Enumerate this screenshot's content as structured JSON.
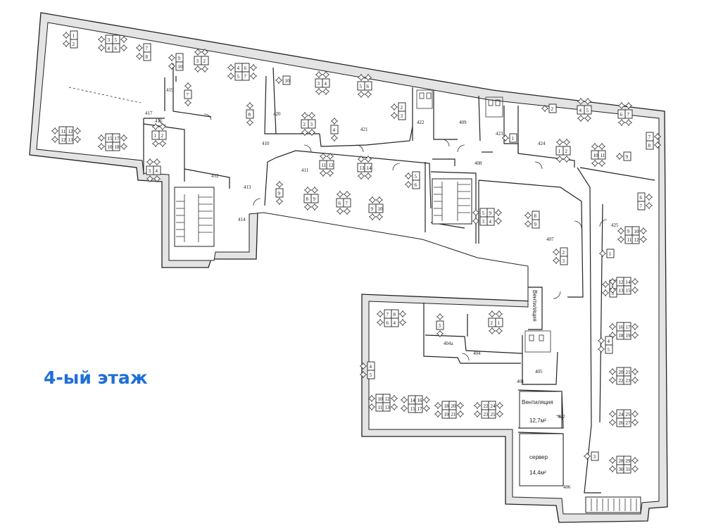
{
  "floor_title": "4-ый этаж",
  "rooms": [
    "417",
    "416",
    "419",
    "420",
    "421",
    "422",
    "423",
    "424",
    "409",
    "410",
    "411",
    "412",
    "413",
    "414",
    "408",
    "407",
    "425",
    "404",
    "404a",
    "405",
    "406",
    "401",
    "402"
  ],
  "ventchamber": {
    "label": "Вентиляция",
    "area": "12,7м²"
  },
  "ventchamber_vertical": {
    "label": "Вентиляция"
  },
  "server": {
    "label": "сервер",
    "area": "14,4м²"
  },
  "desk_numbers": [
    "1",
    "2",
    "3",
    "4",
    "5",
    "6",
    "7",
    "8",
    "9",
    "10",
    "11",
    "12",
    "13",
    "14",
    "15",
    "16",
    "17",
    "18",
    "19",
    "20",
    "21",
    "22",
    "23",
    "24",
    "25",
    "26",
    "27",
    "28",
    "29",
    "30",
    "31"
  ],
  "colors": {
    "title": "#1f6fd6",
    "wall": "#e4e4e4",
    "line": "#222222"
  },
  "icons": [
    "chair-icon",
    "stair-icon",
    "door-icon",
    "toilet-icon"
  ]
}
